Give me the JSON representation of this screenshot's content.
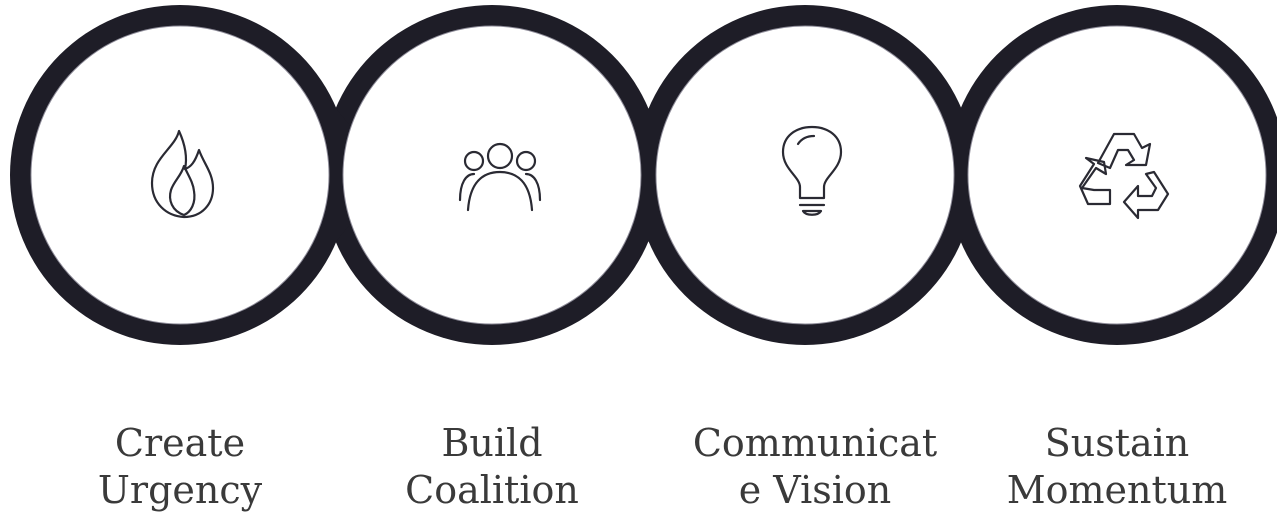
{
  "colors": {
    "ring": "#1e1d27",
    "face": "#ffffff",
    "icon": "#2a2a33",
    "label": "#3a3a3a"
  },
  "steps": [
    {
      "icon": "flame-icon",
      "label_lines": [
        "Create",
        "Urgency"
      ]
    },
    {
      "icon": "people-group-icon",
      "label_lines": [
        "Build",
        "Coalition"
      ]
    },
    {
      "icon": "lightbulb-icon",
      "label_lines": [
        "Communicat",
        "e Vision"
      ]
    },
    {
      "icon": "recycle-icon",
      "label_lines": [
        "Sustain",
        "Momentum"
      ]
    }
  ]
}
